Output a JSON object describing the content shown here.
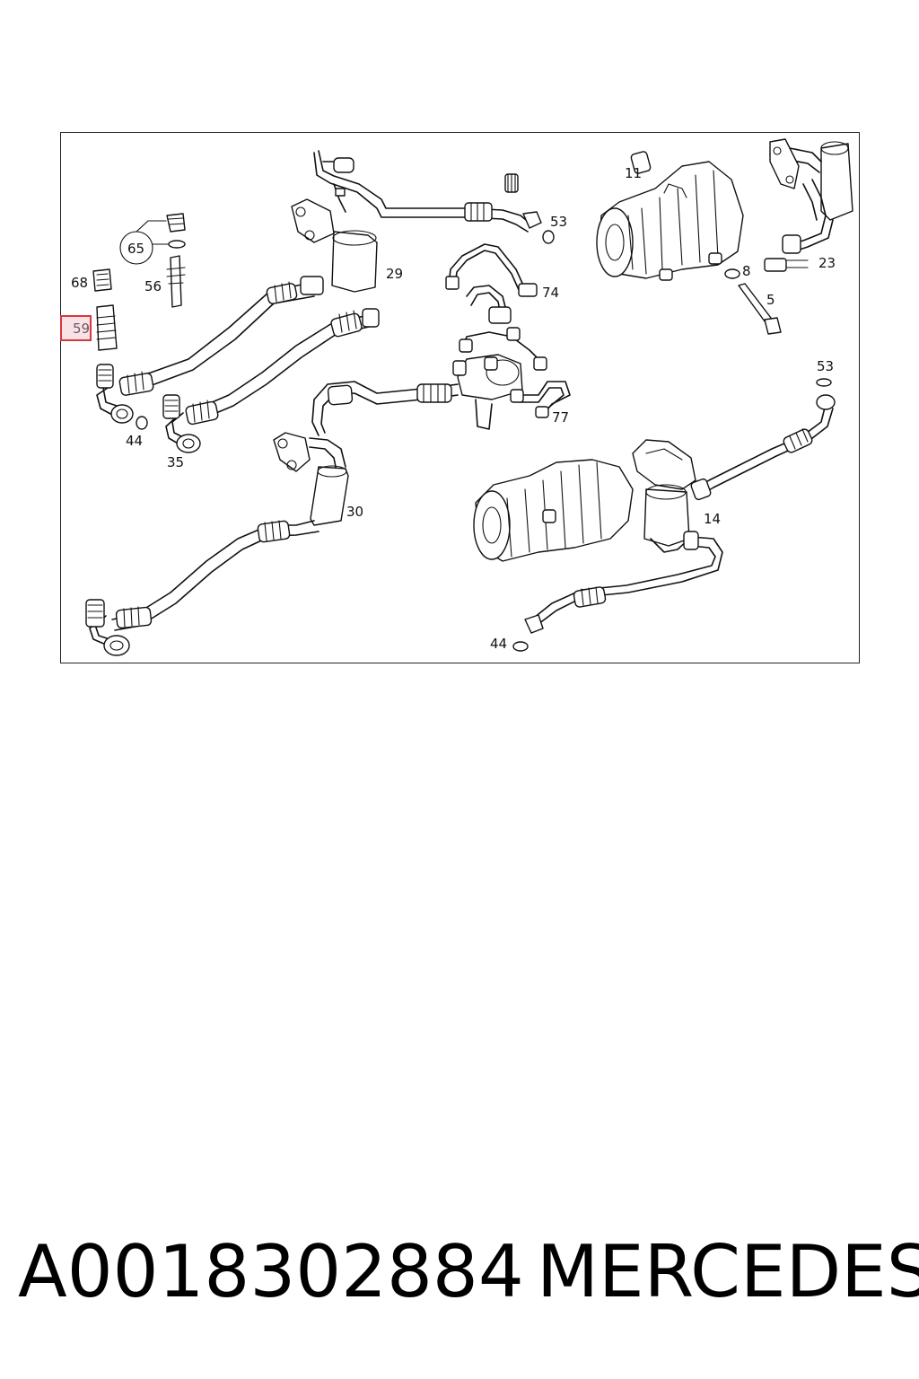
{
  "diagram": {
    "callouts": [
      "11",
      "53",
      "29",
      "65",
      "68",
      "56",
      "74",
      "8",
      "23",
      "5",
      "59",
      "44",
      "35",
      "53",
      "77",
      "30",
      "14",
      "44"
    ],
    "highlighted_callout": "59"
  },
  "footer": {
    "part_number": "A0018302884",
    "brand": "MERCEDES"
  }
}
